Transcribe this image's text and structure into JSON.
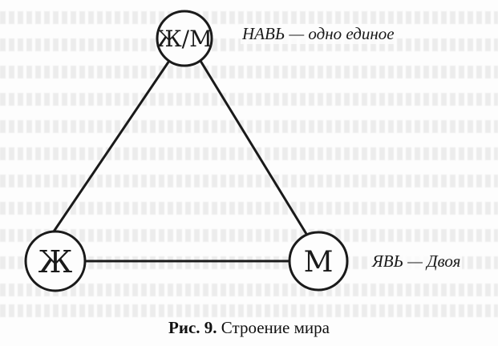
{
  "diagram": {
    "nodes": {
      "top": "Ж/М",
      "left": "Ж",
      "right": "М"
    },
    "annotations": {
      "top": "НАВЬ — одно единое",
      "right": "ЯВЬ — Двоя"
    }
  },
  "caption": {
    "number": "Рис. 9.",
    "title": "Строение мира"
  }
}
